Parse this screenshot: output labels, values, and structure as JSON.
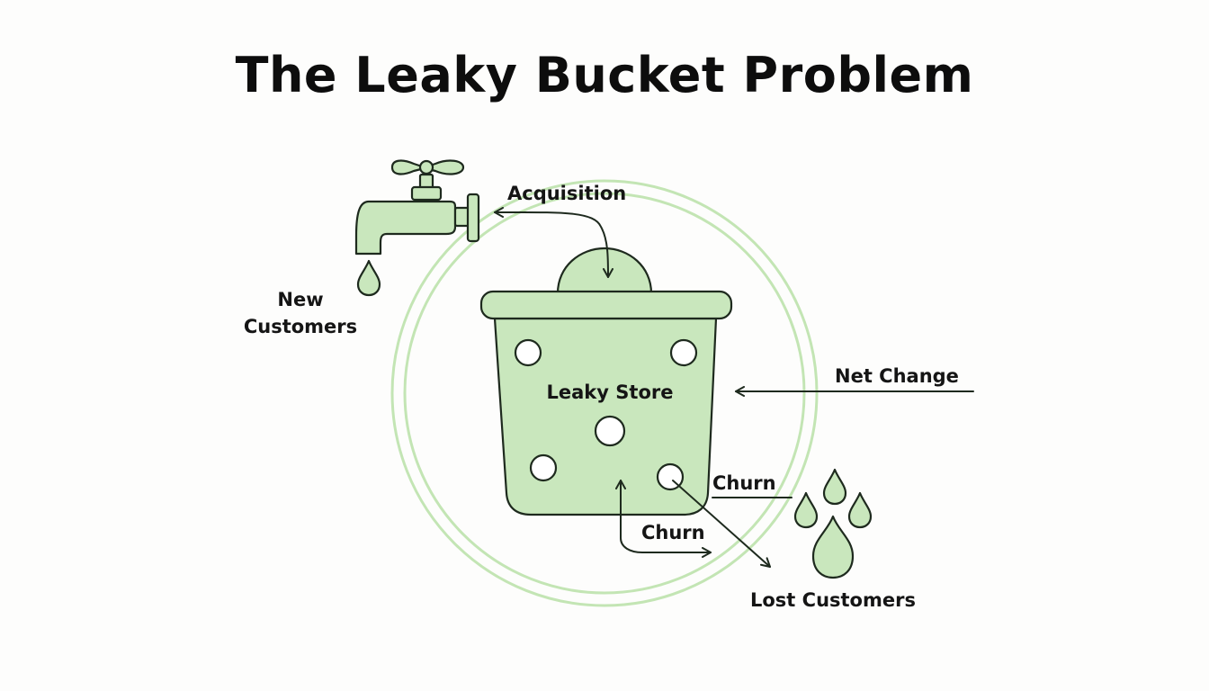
{
  "title": "The Leaky Bucket Problem",
  "labels": {
    "acquisition": "Acquisition",
    "new_customers_line1": "New",
    "new_customers_line2": "Customers",
    "bucket": "Leaky Store",
    "net_change": "Net Change",
    "churn_right": "Churn",
    "churn_bottom": "Churn",
    "lost_customers": "Lost Customers"
  },
  "colors": {
    "fill": "#c9e7bd",
    "ring": "#c3e5b4",
    "stroke": "#1e2a1e",
    "text": "#151515"
  }
}
